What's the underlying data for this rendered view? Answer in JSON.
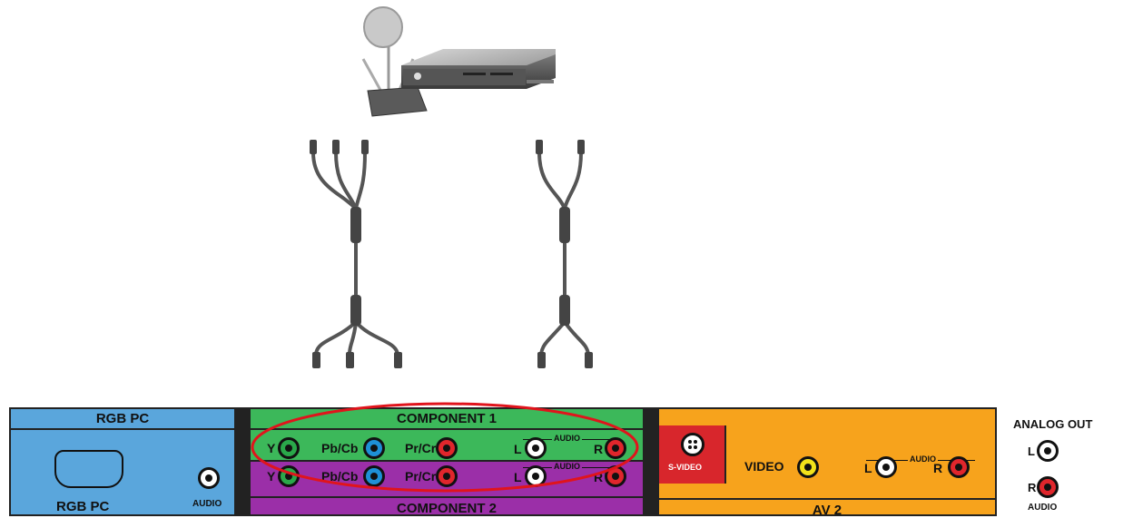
{
  "diagram": {
    "panel": {
      "rgb_pc": {
        "header": "RGB PC",
        "port_label": "RGB PC",
        "audio_label": "AUDIO"
      },
      "component1": {
        "header": "COMPONENT 1",
        "y": "Y",
        "pb": "Pb/Cb",
        "pr": "Pr/Cr",
        "l": "L",
        "r": "R",
        "audio": "AUDIO"
      },
      "component2": {
        "header": "COMPONENT 2",
        "y": "Y",
        "pb": "Pb/Cb",
        "pr": "Pr/Cr",
        "l": "L",
        "r": "R",
        "audio": "AUDIO"
      },
      "av2": {
        "svideo": "S-VIDEO",
        "video": "VIDEO",
        "l": "L",
        "r": "R",
        "audio": "AUDIO",
        "footer": "AV 2"
      },
      "analog_out": {
        "header": "ANALOG OUT",
        "l": "L",
        "r": "R",
        "audio": "AUDIO"
      }
    },
    "colors": {
      "rgb_panel": "#5aa6dc",
      "component1_panel": "#3cb85a",
      "component2_panel": "#9b2fa8",
      "av2_panel": "#f7a31c",
      "svideo_panel": "#d8262c",
      "jack_green": "#2aa84a",
      "jack_blue": "#1e90d6",
      "jack_red": "#e0262c",
      "jack_white": "#ffffff",
      "jack_yellow": "#f2e21a",
      "highlight_ring": "#e0141c"
    }
  }
}
